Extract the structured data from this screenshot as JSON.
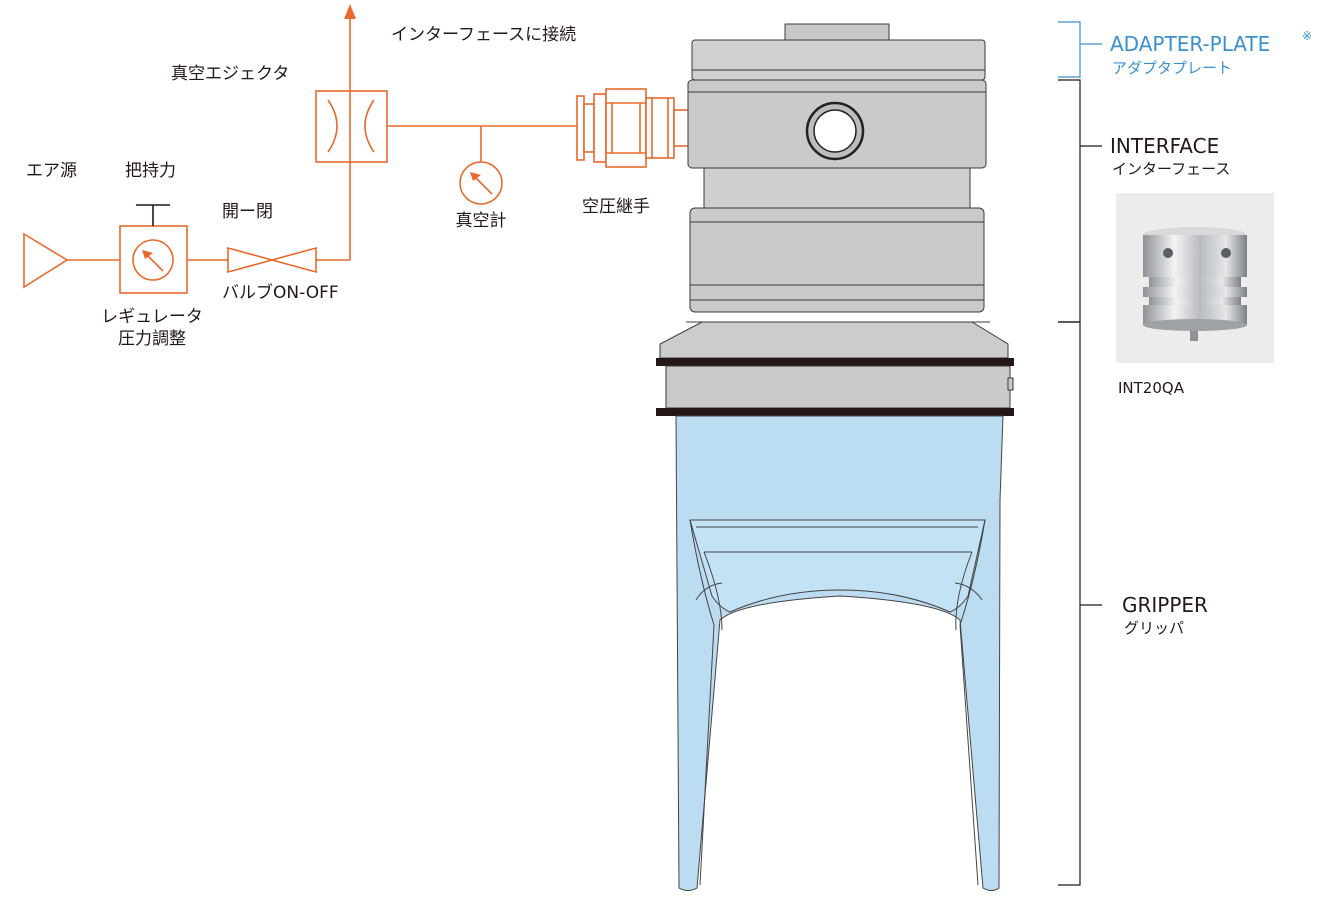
{
  "circuit": {
    "air_source": "エア源",
    "holding_force": "把持力",
    "open_close": "開ー閉",
    "ejector": "真空エジェクタ",
    "to_interface": "インターフェースに接続",
    "vacuum_gauge": "真空計",
    "fitting": "空圧継手",
    "valve": "バルブON-OFF",
    "regulator_line1": "レギュレータ",
    "regulator_line2": "圧力調整"
  },
  "parts": {
    "adapter": {
      "title": "ADAPTER-PLATE",
      "mark": "※",
      "sub": "アダプタプレート"
    },
    "interface": {
      "title": "INTERFACE",
      "sub": "インターフェース"
    },
    "gripper": {
      "title": "GRIPPER",
      "sub": "グリッパ"
    }
  },
  "photo": {
    "model": "INT20QA"
  },
  "colors": {
    "circuit": "#e8692d",
    "accent": "#3a8fd0",
    "gripper": "#bcdcf2",
    "metal": "#cfd0d1"
  }
}
